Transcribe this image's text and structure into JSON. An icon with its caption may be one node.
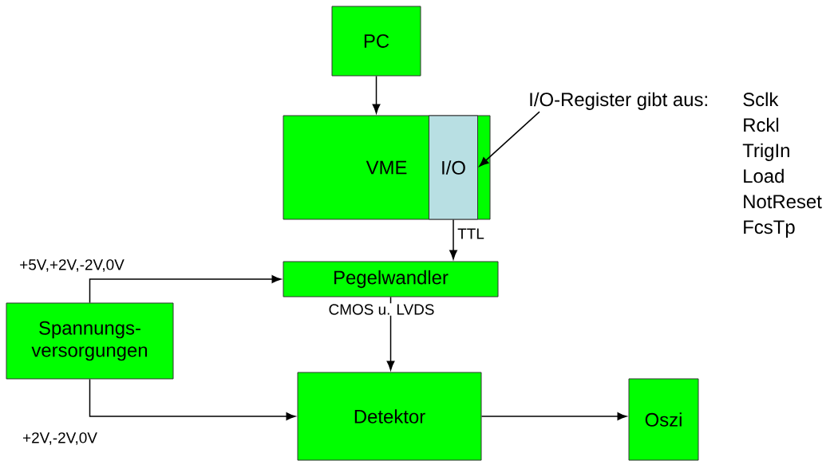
{
  "diagram": {
    "nodes": [
      {
        "text": [
          "PC"
        ]
      },
      {
        "text": [
          "VME"
        ]
      },
      {
        "text": [
          "I/O"
        ],
        "in": 1
      },
      {
        "text": [
          "I/O-Register gibt aus:"
        ]
      },
      {
        "text": [
          "Pegelwandler"
        ]
      },
      {
        "text": [
          "Spannungs- versorgungen"
        ]
      },
      {
        "text": [
          "Detektor"
        ]
      },
      {
        "text": [
          "Oszi"
        ]
      }
    ],
    "edges": [
      {
        "from": 0,
        "to": 1,
        "arrow": "to"
      },
      {
        "from": 3,
        "to": 2,
        "arrow": "to"
      },
      {
        "from": 2,
        "to": 4,
        "arrow": "to",
        "label": "TTL"
      },
      {
        "from": 5,
        "to": 4,
        "arrow": "to",
        "label": "+5V,+2V,-2V,0V"
      },
      {
        "from": 4,
        "to": 6,
        "arrow": "to",
        "label": "CMOS u.   LVDS"
      },
      {
        "from": 5,
        "to": 6,
        "arrow": "to",
        "label": "+2V,-2V,0V"
      },
      {
        "from": 6,
        "to": 7,
        "arrow": "to"
      }
    ],
    "labels": [
      "Sclk",
      "Rckl",
      "TrigIn",
      "Load",
      "NotReset",
      "FcsTp"
    ]
  }
}
